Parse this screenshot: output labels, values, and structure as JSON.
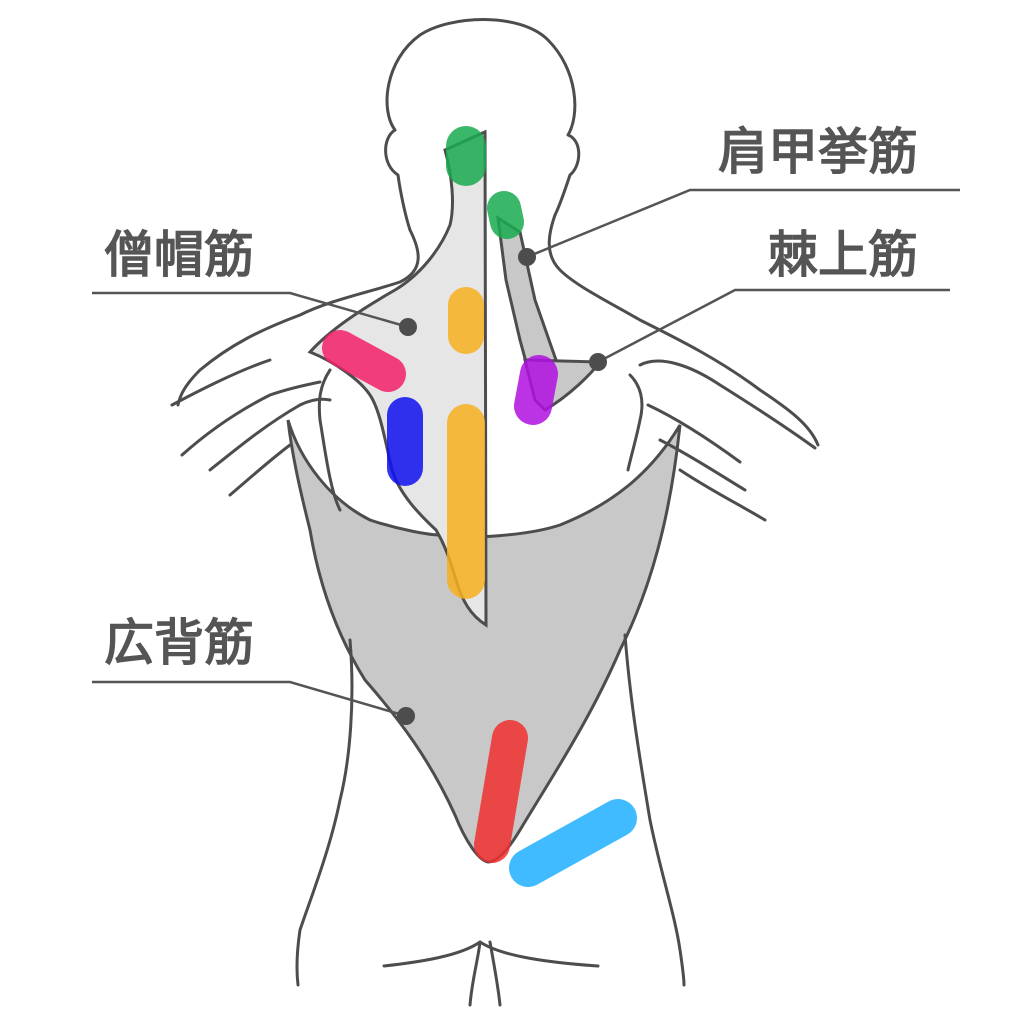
{
  "labels": {
    "levator_scapulae": "肩甲挙筋",
    "trapezius": "僧帽筋",
    "supraspinatus": "棘上筋",
    "latissimus_dorsi": "広背筋"
  },
  "colors": {
    "outline": "#4d4d4d",
    "leader": "#555555",
    "muscle_fill_light": "#e6e6e6",
    "muscle_fill_dark": "#c8c8c8",
    "green": "#1aab50",
    "yellow": "#f7b020",
    "pink": "#f5206a",
    "blue": "#1010f0",
    "purple": "#b010e0",
    "red": "#f03030",
    "cyan": "#20b0ff"
  },
  "markers": [
    {
      "name": "green-upper-neck-marker",
      "color": "green"
    },
    {
      "name": "green-lower-neck-marker",
      "color": "green"
    },
    {
      "name": "yellow-upper-spine-marker",
      "color": "yellow"
    },
    {
      "name": "yellow-lower-spine-marker",
      "color": "yellow"
    },
    {
      "name": "pink-shoulder-marker",
      "color": "pink"
    },
    {
      "name": "blue-scapula-marker",
      "color": "blue"
    },
    {
      "name": "purple-scapula-marker",
      "color": "purple"
    },
    {
      "name": "red-lower-back-marker",
      "color": "red"
    },
    {
      "name": "cyan-hip-marker",
      "color": "cyan"
    }
  ]
}
